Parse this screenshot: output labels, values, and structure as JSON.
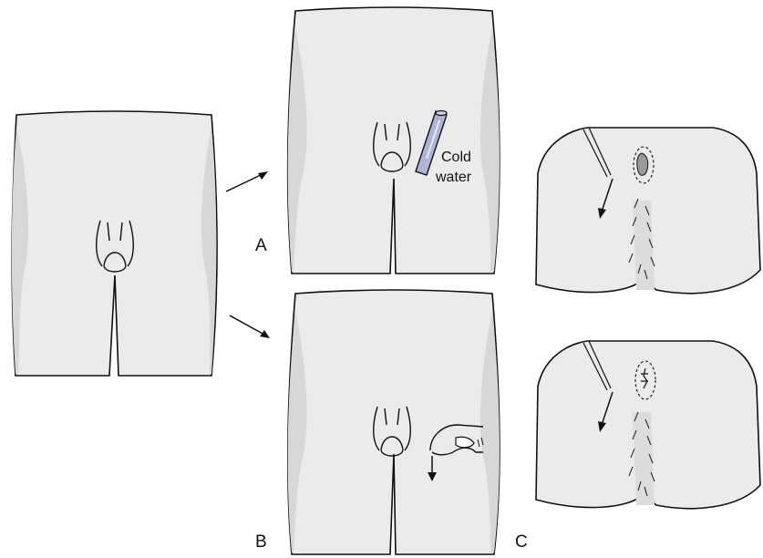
{
  "labels": {
    "panel_a": "A",
    "panel_b": "B",
    "panel_c": "C",
    "callout_line1": "Cold",
    "callout_line2": "water"
  },
  "colors": {
    "skin_fill": "#ebebeb",
    "shade": "#d7d7d7",
    "outline": "#111111",
    "tube_fill": "#aeb4d6",
    "lesion_fill": "#9a9a9a"
  }
}
